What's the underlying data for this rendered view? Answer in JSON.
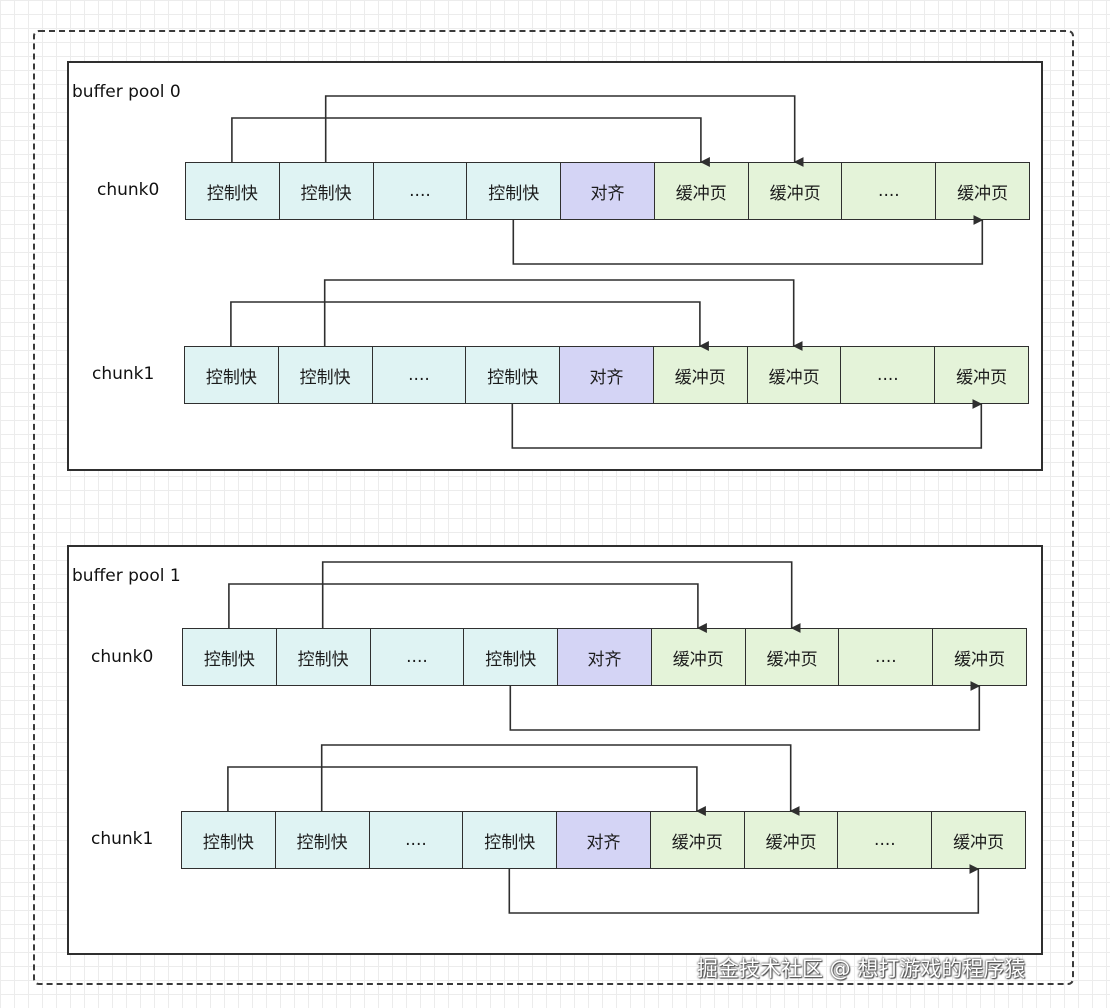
{
  "cells": [
    {
      "label": "控制快",
      "kind": "control"
    },
    {
      "label": "控制快",
      "kind": "control"
    },
    {
      "label": "....",
      "kind": "control"
    },
    {
      "label": "控制快",
      "kind": "control"
    },
    {
      "label": "对齐",
      "kind": "align"
    },
    {
      "label": "缓冲页",
      "kind": "buffer"
    },
    {
      "label": "缓冲页",
      "kind": "buffer"
    },
    {
      "label": "....",
      "kind": "buffer"
    },
    {
      "label": "缓冲页",
      "kind": "buffer"
    }
  ],
  "pools": [
    {
      "title": "buffer pool 0",
      "chunks": [
        {
          "label": "chunk0"
        },
        {
          "label": "chunk1"
        }
      ]
    },
    {
      "title": "buffer pool 1",
      "chunks": [
        {
          "label": "chunk0"
        },
        {
          "label": "chunk1"
        }
      ]
    }
  ],
  "watermark": "掘金技术社区 @ 想打游戏的程序猿",
  "colors": {
    "control_cell": "#dff3f3",
    "align_cell": "#d4d4f5",
    "buffer_cell": "#e4f3d9",
    "line": "#2f2f2f"
  }
}
